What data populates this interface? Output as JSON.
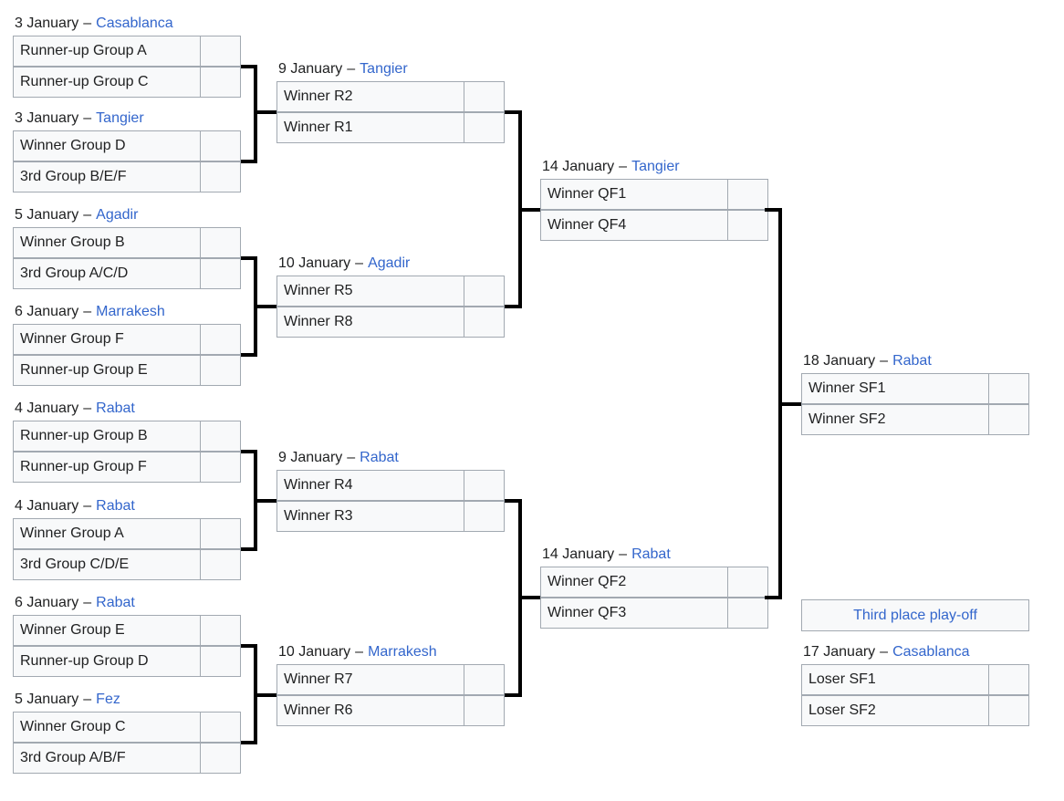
{
  "colors": {
    "link": "#3366cc",
    "border": "#a2a9b1",
    "cell_bg": "#f8f9fa",
    "text": "#202122",
    "line": "#000000",
    "page_bg": "#ffffff"
  },
  "date_separator": "–",
  "third_place_header": "Third place play-off",
  "m": {
    "r16": [
      {
        "date": "3 January",
        "city": "Casablanca",
        "team1": "Runner-up Group A",
        "score1": "",
        "team2": "Runner-up Group C",
        "score2": ""
      },
      {
        "date": "3 January",
        "city": "Tangier",
        "team1": "Winner Group D",
        "score1": "",
        "team2": "3rd Group B/E/F",
        "score2": ""
      },
      {
        "date": "5 January",
        "city": "Agadir",
        "team1": "Winner Group B",
        "score1": "",
        "team2": "3rd Group A/C/D",
        "score2": ""
      },
      {
        "date": "6 January",
        "city": "Marrakesh",
        "team1": "Winner Group F",
        "score1": "",
        "team2": "Runner-up Group E",
        "score2": ""
      },
      {
        "date": "4 January",
        "city": "Rabat",
        "team1": "Runner-up Group B",
        "score1": "",
        "team2": "Runner-up Group F",
        "score2": ""
      },
      {
        "date": "4 January",
        "city": "Rabat",
        "team1": "Winner Group A",
        "score1": "",
        "team2": "3rd Group C/D/E",
        "score2": ""
      },
      {
        "date": "6 January",
        "city": "Rabat",
        "team1": "Winner Group E",
        "score1": "",
        "team2": "Runner-up Group D",
        "score2": ""
      },
      {
        "date": "5 January",
        "city": "Fez",
        "team1": "Winner Group C",
        "score1": "",
        "team2": "3rd Group A/B/F",
        "score2": ""
      }
    ],
    "qf": [
      {
        "date": "9 January",
        "city": "Tangier",
        "team1": "Winner R2",
        "score1": "",
        "team2": "Winner R1",
        "score2": ""
      },
      {
        "date": "10 January",
        "city": "Agadir",
        "team1": "Winner R5",
        "score1": "",
        "team2": "Winner R8",
        "score2": ""
      },
      {
        "date": "9 January",
        "city": "Rabat",
        "team1": "Winner R4",
        "score1": "",
        "team2": "Winner R3",
        "score2": ""
      },
      {
        "date": "10 January",
        "city": "Marrakesh",
        "team1": "Winner R7",
        "score1": "",
        "team2": "Winner R6",
        "score2": ""
      }
    ],
    "sf": [
      {
        "date": "14 January",
        "city": "Tangier",
        "team1": "Winner QF1",
        "score1": "",
        "team2": "Winner QF4",
        "score2": ""
      },
      {
        "date": "14 January",
        "city": "Rabat",
        "team1": "Winner QF2",
        "score1": "",
        "team2": "Winner QF3",
        "score2": ""
      }
    ],
    "final": [
      {
        "date": "18 January",
        "city": "Rabat",
        "team1": "Winner SF1",
        "score1": "",
        "team2": "Winner SF2",
        "score2": ""
      }
    ],
    "third": [
      {
        "date": "17 January",
        "city": "Casablanca",
        "team1": "Loser SF1",
        "score1": "",
        "team2": "Loser SF2",
        "score2": ""
      }
    ]
  }
}
